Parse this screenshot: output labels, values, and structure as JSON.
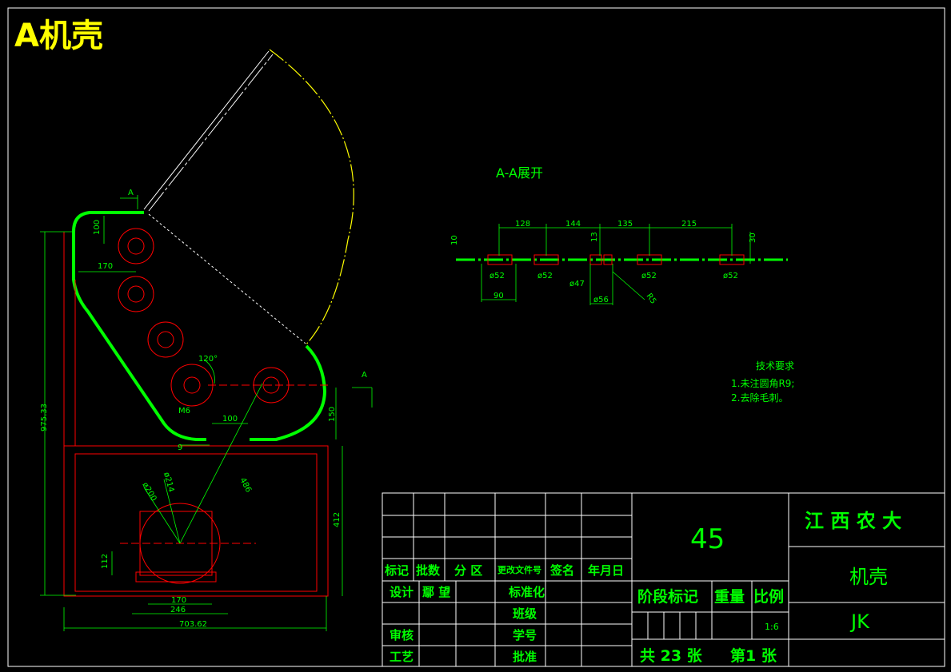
{
  "title": "A机壳",
  "section": {
    "label": "A-A展开",
    "top_dims": [
      "128",
      "144",
      "135",
      "215"
    ],
    "hole_labels": [
      "ø52",
      "ø52",
      "ø47",
      "ø56",
      "ø52",
      "ø52"
    ],
    "left_dim": "90",
    "side_dims": [
      "10",
      "13",
      "30"
    ],
    "diag_dim": "R5"
  },
  "tech_req": {
    "heading": "技术要求",
    "items": [
      "1.未注圆角R9;",
      "2.去除毛刺。"
    ]
  },
  "main_view": {
    "dims": {
      "d100_top": "100",
      "d170_top": "170",
      "angle": "120°",
      "m6": "M6",
      "d100_mid": "100",
      "d9": "9",
      "d150": "150",
      "d486": "486",
      "phi200": "ø200",
      "phi214": "ø214",
      "d112": "112",
      "d170_bottom": "170",
      "d246": "246",
      "d703": "703.62",
      "d975": "975.33",
      "d412": "412"
    },
    "section_marker": "A"
  },
  "title_block": {
    "row_headers": [
      "标记",
      "批数",
      "分 区",
      "更改文件号",
      "签名",
      "年月日"
    ],
    "design_label": "设计",
    "designer": "鄢 望",
    "review_label": "审核",
    "process_label": "工艺",
    "standard_label": "标准化",
    "class_label": "班级",
    "student_id_label": "学号",
    "approve_label": "批准",
    "material": "45",
    "stage_label": "阶段标记",
    "weight_label": "重量",
    "scale_label": "比例",
    "scale_value": "1:6",
    "sheets": "共 23 张",
    "sheet_no": "第1 张",
    "school": "江 西 农 大",
    "part_name": "机壳",
    "code": "JK"
  },
  "colors": {
    "frame": "#ffffff",
    "outline": "#00ff00",
    "dimension": "#00ff00",
    "hidden": "#ff0000",
    "center": "#ff0000",
    "yellow": "#ffff00",
    "title": "#ffff00"
  }
}
